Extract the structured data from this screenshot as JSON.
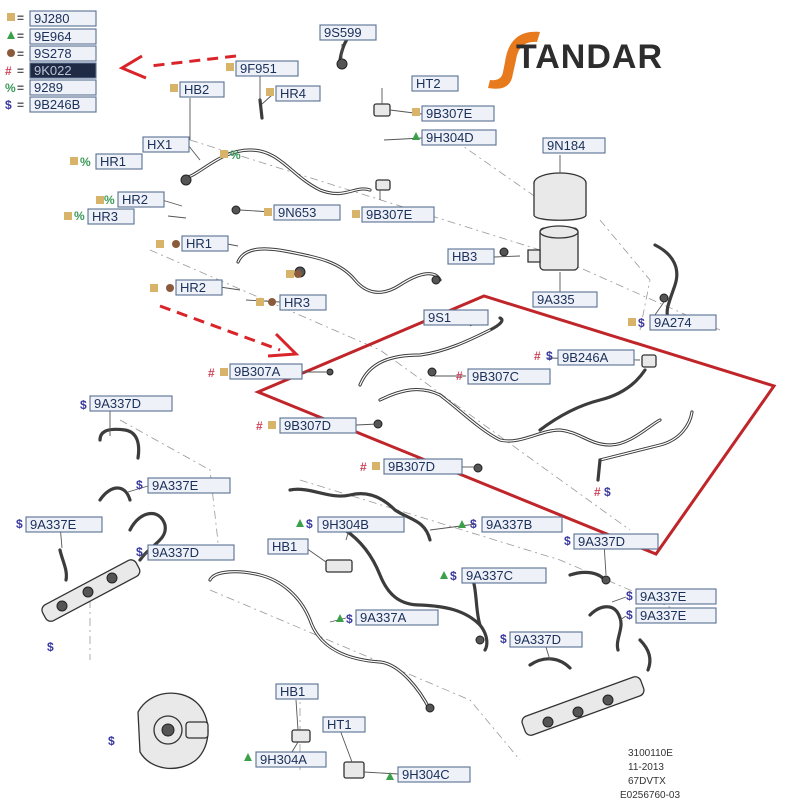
{
  "brand": {
    "name": "TANDAR",
    "logo_color": "#e87a1e"
  },
  "colors": {
    "highlight_frame": "#c0252a",
    "pointer_arrow": "#d9242a",
    "label_border": "#5a6f92",
    "label_text": "#1a2f5a",
    "marker_square": "#d7b46a",
    "marker_triangle": "#3aa04a",
    "marker_circle": "#8a5a3a",
    "marker_hash": "#d0455a",
    "marker_percent": "#3a9a5a",
    "marker_dollar": "#3a3aa0"
  },
  "legend": [
    {
      "marker": "square",
      "code": "9J280"
    },
    {
      "marker": "triangle",
      "code": "9E964"
    },
    {
      "marker": "circle",
      "code": "9S278"
    },
    {
      "marker": "#",
      "code": "9K022",
      "highlighted": true
    },
    {
      "marker": "%",
      "code": "9289"
    },
    {
      "marker": "$",
      "code": "9B246B"
    }
  ],
  "callouts": {
    "c9s599": "9S599",
    "c9f951": "9F951",
    "chb2": "HB2",
    "chr4": "HR4",
    "cht2": "HT2",
    "c9b307e_a": "9B307E",
    "c9h304d_a": "9H304D",
    "c9n184": "9N184",
    "chx1": "HX1",
    "chr1_a": "HR1",
    "chr2_a": "HR2",
    "chr3_a": "HR3",
    "c9n653": "9N653",
    "c9b307e_b": "9B307E",
    "chr1_b": "HR1",
    "chb3": "HB3",
    "chr2_b": "HR2",
    "chr3_b": "HR3",
    "c9a335": "9A335",
    "c9a274": "9A274",
    "c9s1": "9S1",
    "c9b246a": "9B246A",
    "c9b307a": "9B307A",
    "c9b307c": "9B307C",
    "c9b307d_a": "9B307D",
    "c9b307d_b": "9B307D",
    "c9a337d_a": "9A337D",
    "c9a337e_a": "9A337E",
    "c9a337e_b": "9A337E",
    "c9a337d_b": "9A337D",
    "c9h304b": "9H304B",
    "c9a337b": "9A337B",
    "c9a337d_c": "9A337D",
    "chb1_a": "HB1",
    "c9a337c": "9A337C",
    "c9a337e_c": "9A337E",
    "c9a337e_d": "9A337E",
    "c9a337a": "9A337A",
    "c9a337d_d": "9A337D",
    "chb1_b": "HB1",
    "cht1": "HT1",
    "c9h304a": "9H304A",
    "c9h304c": "9H304C"
  },
  "footer": {
    "line1": "3100110E",
    "line2": "11-2013",
    "line3": "67DVTX",
    "line4": "E0256760-03"
  }
}
